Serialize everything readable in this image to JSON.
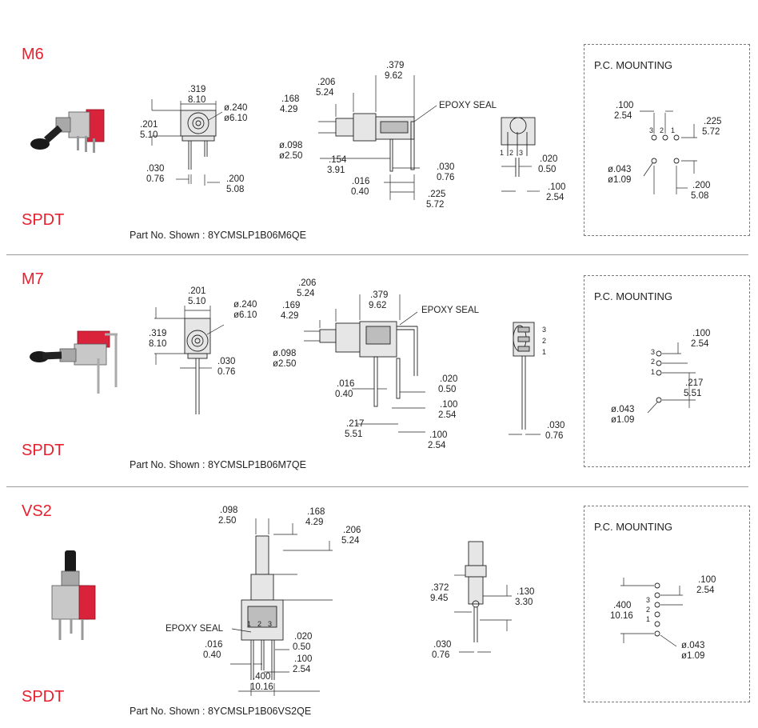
{
  "sections": [
    {
      "code": "M6",
      "pole": "SPDT",
      "part_label": "Part No. Shown : 8YCMSLP1B06M6QE",
      "pc_title": "P.C. MOUNTING",
      "front": {
        "w_in": ".319",
        "w_mm": "8.10",
        "h_in": ".201",
        "h_mm": "5.10",
        "dia_in": "ø.240",
        "dia_mm": "ø6.10",
        "pin_in": ".030",
        "pin_mm": "0.76",
        "sp_in": ".200",
        "sp_mm": "5.08"
      },
      "side": {
        "a_in": ".379",
        "a_mm": "9.62",
        "b_in": ".206",
        "b_mm": "5.24",
        "c_in": ".168",
        "c_mm": "4.29",
        "d_in": "ø.098",
        "d_mm": "ø2.50",
        "e_in": ".154",
        "e_mm": "3.91",
        "f_in": ".016",
        "f_mm": "0.40",
        "g_in": ".030",
        "g_mm": "0.76",
        "h_in": ".225",
        "h_mm": "5.72",
        "epoxy": "EPOXY SEAL"
      },
      "end": {
        "p1": "1",
        "p2": "2",
        "p3": "3",
        "a_in": ".020",
        "a_mm": "0.50",
        "b_in": ".100",
        "b_mm": "2.54"
      },
      "pc": {
        "a_in": ".100",
        "a_mm": "2.54",
        "b_in": ".225",
        "b_mm": "5.72",
        "c_in": "ø.043",
        "c_mm": "ø1.09",
        "d_in": ".200",
        "d_mm": "5.08",
        "n1": "3",
        "n2": "2",
        "n3": "1"
      }
    },
    {
      "code": "M7",
      "pole": "SPDT",
      "part_label": "Part No. Shown : 8YCMSLP1B06M7QE",
      "pc_title": "P.C. MOUNTING",
      "front": {
        "w_in": ".201",
        "w_mm": "5.10",
        "h_in": ".319",
        "h_mm": "8.10",
        "dia_in": "ø.240",
        "dia_mm": "ø6.10",
        "pin_in": ".030",
        "pin_mm": "0.76"
      },
      "side": {
        "a_in": ".379",
        "a_mm": "9.62",
        "b_in": ".206",
        "b_mm": "5.24",
        "c_in": ".169",
        "c_mm": "4.29",
        "d_in": "ø.098",
        "d_mm": "ø2.50",
        "f_in": ".016",
        "f_mm": "0.40",
        "g_in": ".020",
        "g_mm": "0.50",
        "h_in": ".100",
        "h_mm": "2.54",
        "i_in": ".217",
        "i_mm": "5.51",
        "j_in": ".100",
        "j_mm": "2.54",
        "epoxy": "EPOXY SEAL"
      },
      "end": {
        "p1": "1",
        "p2": "2",
        "p3": "3",
        "a_in": ".030",
        "a_mm": "0.76"
      },
      "pc": {
        "a_in": ".100",
        "a_mm": "2.54",
        "b_in": ".217",
        "b_mm": "5.51",
        "c_in": "ø.043",
        "c_mm": "ø1.09",
        "n1": "3",
        "n2": "2",
        "n3": "1"
      }
    },
    {
      "code": "VS2",
      "pole": "SPDT",
      "part_label": "Part No. Shown : 8YCMSLP1B06VS2QE",
      "pc_title": "P.C. MOUNTING",
      "front": {
        "a_in": ".098",
        "a_mm": "2.50",
        "b_in": ".168",
        "b_mm": "4.29",
        "c_in": ".206",
        "c_mm": "5.24",
        "epoxy": "EPOXY SEAL",
        "d_in": ".016",
        "d_mm": "0.40",
        "e_in": ".020",
        "e_mm": "0.50",
        "f_in": ".100",
        "f_mm": "2.54",
        "g_in": ".400",
        "g_mm": "10.16",
        "p1": "1",
        "p2": "2",
        "p3": "3"
      },
      "side": {
        "a_in": ".372",
        "a_mm": "9.45",
        "b_in": ".130",
        "b_mm": "3.30",
        "c_in": ".030",
        "c_mm": "0.76"
      },
      "pc": {
        "a_in": ".100",
        "a_mm": "2.54",
        "b_in": ".400",
        "b_mm": "10.16",
        "c_in": "ø.043",
        "c_mm": "ø1.09",
        "n1": "3",
        "n2": "2",
        "n3": "1"
      }
    }
  ],
  "colors": {
    "accent": "#e8202e",
    "switch_body": "#d9233a",
    "metal": "#b8b8b8",
    "actuator": "#1a1a1a"
  },
  "icons": [
    "switch-photo-m6",
    "switch-photo-m7",
    "switch-photo-vs2"
  ]
}
